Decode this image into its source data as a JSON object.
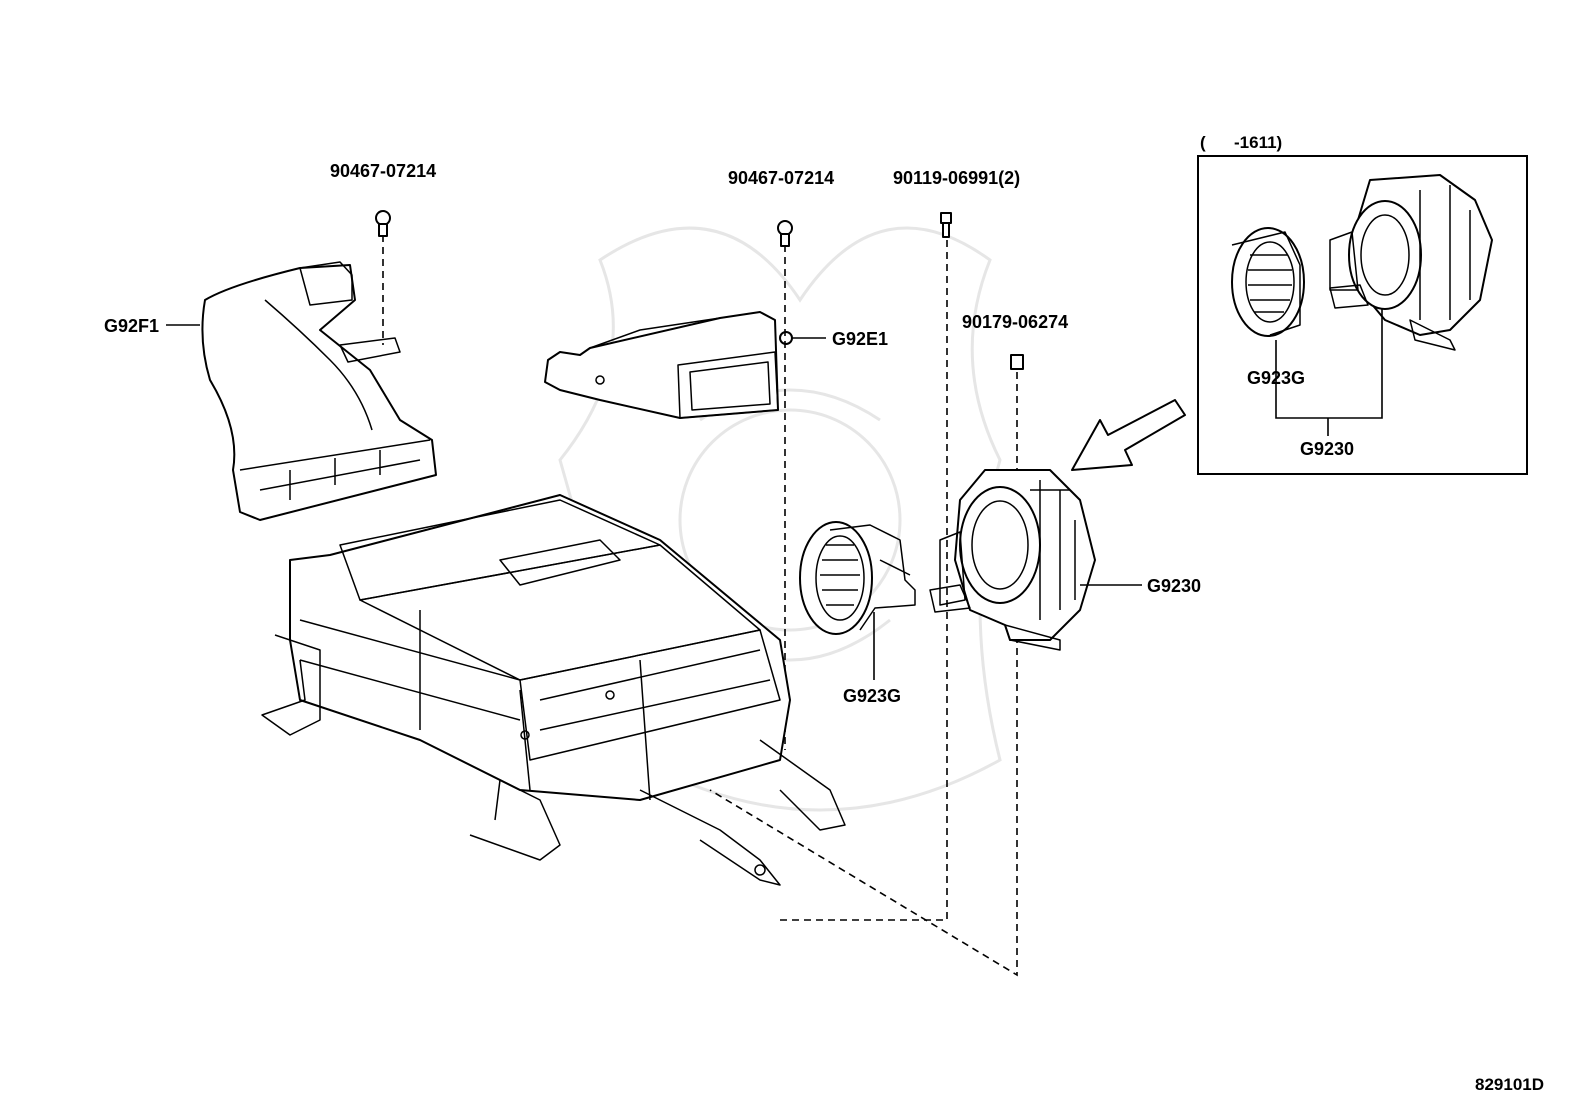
{
  "labels": {
    "bolt_1": "90467-07214",
    "bolt_2": "90467-07214",
    "screw": "90119-06991(2)",
    "nut": "90179-06274",
    "duct_left": "G92F1",
    "duct_center": "G92E1",
    "blower": "G9230",
    "filter": "G923G",
    "inset_range": "(      -1611)",
    "inset_filter": "G923G",
    "inset_blower": "G9230",
    "diagram_id": "829101D"
  },
  "colors": {
    "line": "#000000",
    "watermark": "#e6e6e6",
    "background": "#ffffff"
  }
}
